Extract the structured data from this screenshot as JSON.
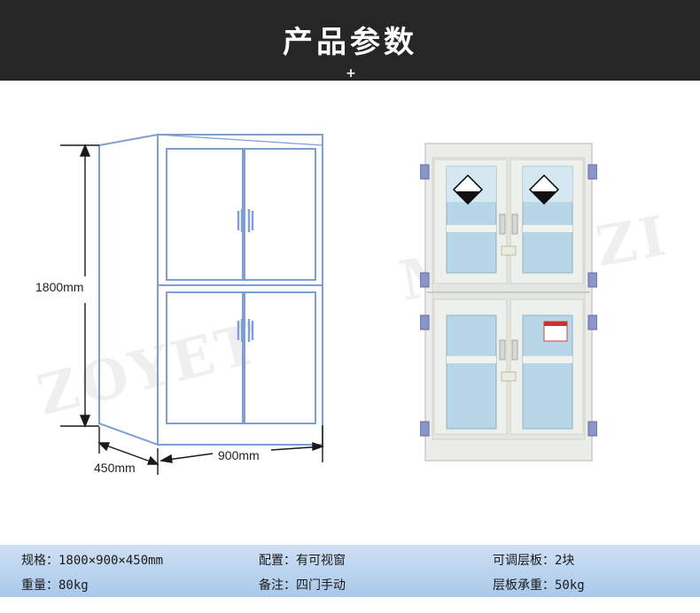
{
  "header": {
    "title": "产品参数",
    "plus": "+"
  },
  "dimensions": {
    "height": "1800mm",
    "depth": "450mm",
    "width": "900mm"
  },
  "watermarks": {
    "left": "ZOYET",
    "right": "MINQZI"
  },
  "specs": [
    {
      "label": "规格：",
      "value": "1800×900×450mm"
    },
    {
      "label": "配置：",
      "value": "有可视窗"
    },
    {
      "label": "可调层板：",
      "value": "2块"
    },
    {
      "label": "重量：",
      "value": "80kg"
    },
    {
      "label": "备注：",
      "value": "四门手动"
    },
    {
      "label": "层板承重：",
      "value": "50kg"
    }
  ],
  "colors": {
    "header_bg": "#262626",
    "drawing_line": "#7f9fd4",
    "spec_bar": "#b9d3ef"
  }
}
